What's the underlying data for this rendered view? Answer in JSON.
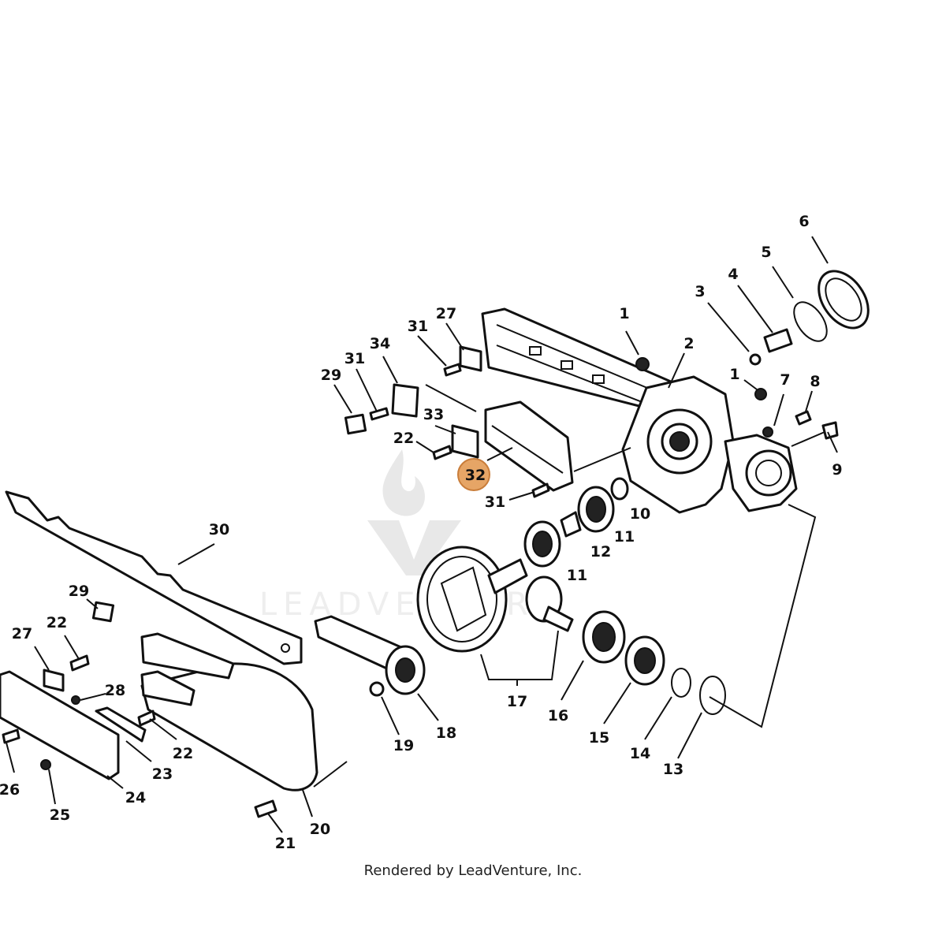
{
  "highlight": {
    "label": "32",
    "color": "#e6a566",
    "border": "#c97d3a"
  },
  "callouts": [
    {
      "id": "c6",
      "text": "6"
    },
    {
      "id": "c5",
      "text": "5"
    },
    {
      "id": "c4",
      "text": "4"
    },
    {
      "id": "c3",
      "text": "3"
    },
    {
      "id": "c1a",
      "text": "1"
    },
    {
      "id": "c2",
      "text": "2"
    },
    {
      "id": "c1b",
      "text": "1"
    },
    {
      "id": "c7",
      "text": "7"
    },
    {
      "id": "c8",
      "text": "8"
    },
    {
      "id": "c9",
      "text": "9"
    },
    {
      "id": "c27a",
      "text": "27"
    },
    {
      "id": "c31a",
      "text": "31"
    },
    {
      "id": "c34",
      "text": "34"
    },
    {
      "id": "c31b",
      "text": "31"
    },
    {
      "id": "c29a",
      "text": "29"
    },
    {
      "id": "c33",
      "text": "33"
    },
    {
      "id": "c22a",
      "text": "22"
    },
    {
      "id": "c31c",
      "text": "31"
    },
    {
      "id": "c10",
      "text": "10"
    },
    {
      "id": "c11a",
      "text": "11"
    },
    {
      "id": "c12",
      "text": "12"
    },
    {
      "id": "c11b",
      "text": "11"
    },
    {
      "id": "c30",
      "text": "30"
    },
    {
      "id": "c29b",
      "text": "29"
    },
    {
      "id": "c27b",
      "text": "27"
    },
    {
      "id": "c22b",
      "text": "22"
    },
    {
      "id": "c28",
      "text": "28"
    },
    {
      "id": "c22c",
      "text": "22"
    },
    {
      "id": "c23",
      "text": "23"
    },
    {
      "id": "c26",
      "text": "26"
    },
    {
      "id": "c24",
      "text": "24"
    },
    {
      "id": "c25",
      "text": "25"
    },
    {
      "id": "c21",
      "text": "21"
    },
    {
      "id": "c20",
      "text": "20"
    },
    {
      "id": "c19",
      "text": "19"
    },
    {
      "id": "c18",
      "text": "18"
    },
    {
      "id": "c17",
      "text": "17"
    },
    {
      "id": "c16",
      "text": "16"
    },
    {
      "id": "c15",
      "text": "15"
    },
    {
      "id": "c14",
      "text": "14"
    },
    {
      "id": "c13",
      "text": "13"
    }
  ],
  "footer": "Rendered by LeadVenture, Inc.",
  "watermark": "LEADVENTURE"
}
